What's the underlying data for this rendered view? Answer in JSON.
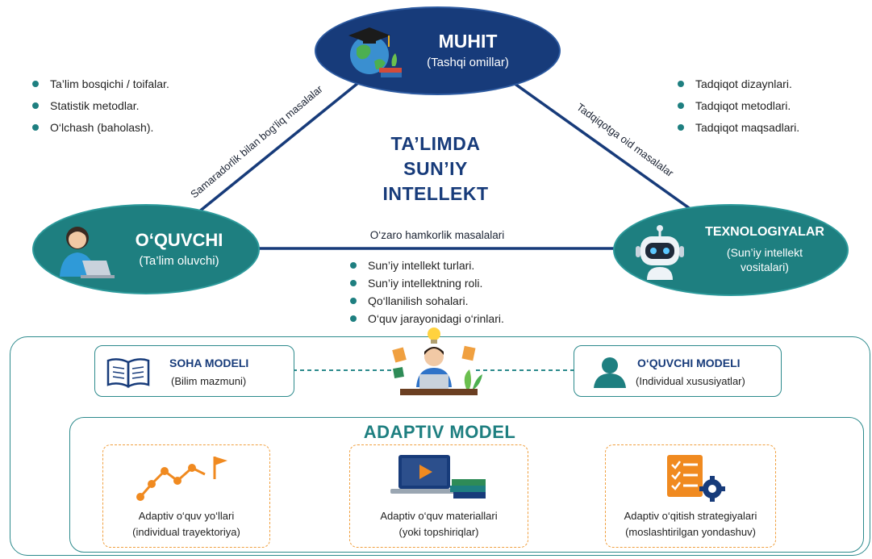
{
  "center_title": [
    "TA’LIMDA",
    "SUN’IY",
    "INTELLEKT"
  ],
  "muhit": {
    "title": "MUHIT",
    "subtitle": "(Tashqi omillar)"
  },
  "oquvchi": {
    "title": "O‘QUVCHI",
    "subtitle": "(Ta’lim oluvchi)"
  },
  "texnologiyalar": {
    "title": "TEXNOLOGIYALAR",
    "subtitle_1": "(Sun’iy intellekt",
    "subtitle_2": "vositalari)"
  },
  "edges": {
    "left": "Samaradorlik bilan bog‘liq masalalar",
    "right": "Tadqiqotga oid masalalar",
    "bottom": "O‘zaro hamkorlik masalalari"
  },
  "left_bullets": [
    "Ta’lim bosqichi / toifalar.",
    "Statistik metodlar.",
    "O‘lchash (baholash)."
  ],
  "right_bullets": [
    "Tadqiqot dizaynlari.",
    "Tadqiqot metodlari.",
    "Tadqiqot maqsadlari."
  ],
  "center_bullets": [
    "Sun’iy intellekt turlari.",
    "Sun’iy intellektning roli.",
    "Qo‘llanilish sohalari.",
    "O‘quv jarayonidagi o‘rinlari."
  ],
  "soha_model": {
    "title": "SOHA MODELI",
    "subtitle": "(Bilim mazmuni)"
  },
  "oquvchi_model": {
    "title": "O‘QUVCHI MODELI",
    "subtitle": "(Individual xususiyatlar)"
  },
  "adaptive_model": {
    "title": "ADAPTIV MODEL",
    "items": [
      {
        "line1": "Adaptiv o‘quv yo‘llari",
        "line2": "(individual trayektoriya)"
      },
      {
        "line1": "Adaptiv o‘quv materiallari",
        "line2": "(yoki topshiriqlar)"
      },
      {
        "line1": "Adaptiv o‘qitish strategiyalari",
        "line2": "(moslashtirilgan yondashuv)"
      }
    ]
  },
  "colors": {
    "navy": "#173b7a",
    "teal": "#1e7f80",
    "orange": "#f0a040"
  }
}
